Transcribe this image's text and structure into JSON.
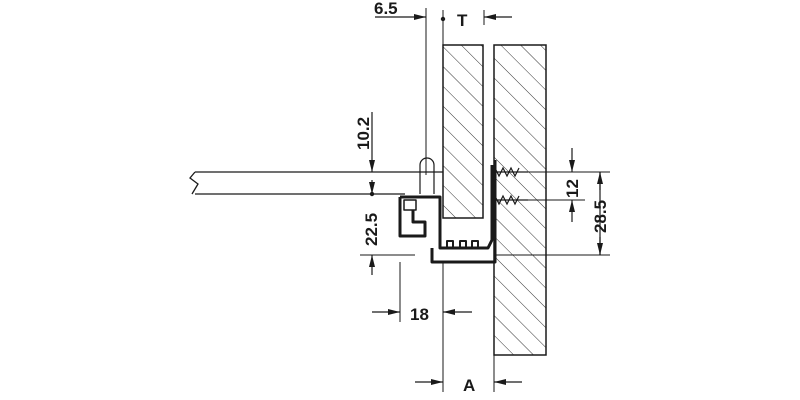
{
  "dimensions": {
    "d6_5": "6.5",
    "t": "T",
    "d10_2": "10.2",
    "d22_5": "22.5",
    "d18": "18",
    "a": "A",
    "d12": "12",
    "d28_5": "28.5"
  },
  "colors": {
    "line": "#1a1a1a",
    "background": "#ffffff"
  }
}
